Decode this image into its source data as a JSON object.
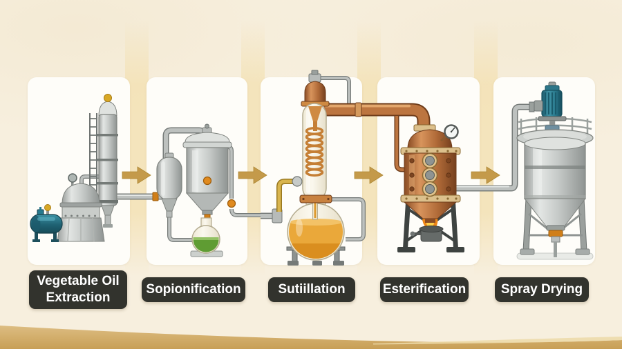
{
  "page": {
    "background_color": "#f7efde",
    "wave_colors": {
      "main_top": "#ddbd82",
      "main_bottom": "#c89f56",
      "highlight": "#ecd9a8"
    }
  },
  "process_flow": {
    "stages": [
      {
        "label": "Vegetable Oil Extraction",
        "illustration": "oil-extraction-plant"
      },
      {
        "label": "Sopionification",
        "illustration": "saponification-reactor"
      },
      {
        "label": "Sutiillation",
        "illustration": "distillation-condenser-flask"
      },
      {
        "label": "Esterification",
        "illustration": "copper-esterification-kettle"
      },
      {
        "label": "Spray Drying",
        "illustration": "spray-drying-tower"
      }
    ],
    "connector_arrow": {
      "count": 4,
      "direction": "right",
      "color": "#c49a4a"
    }
  },
  "label_style": {
    "background": "#32332d",
    "text_color": "#ffffff"
  }
}
